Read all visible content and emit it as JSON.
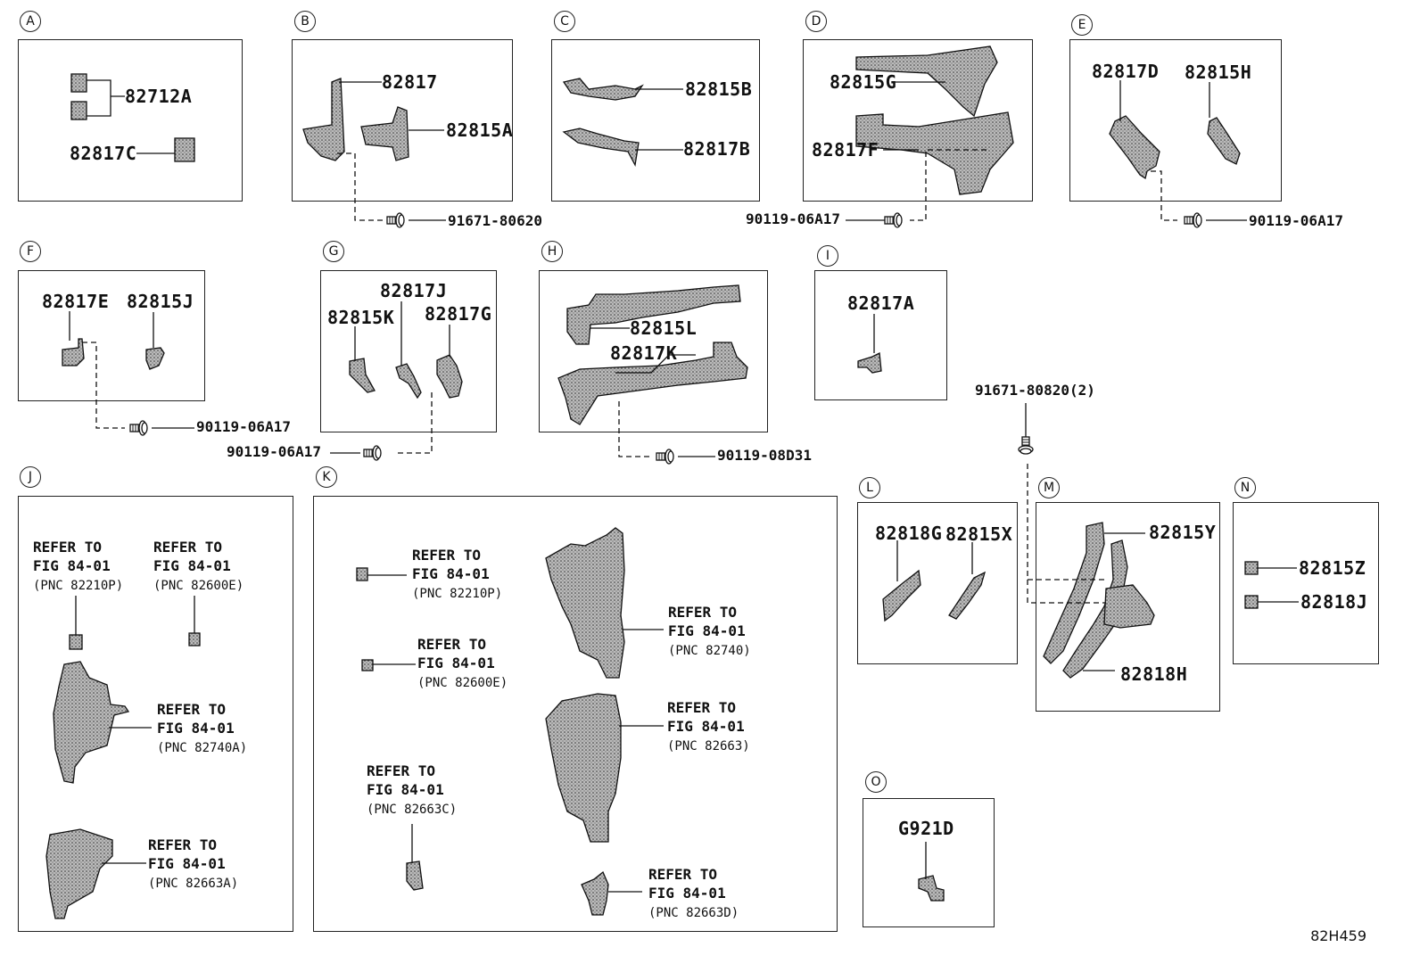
{
  "sections": {
    "A": {
      "label": "A",
      "parts": [
        "82712A",
        "82817C"
      ]
    },
    "B": {
      "label": "B",
      "parts": [
        "82817",
        "82815A"
      ]
    },
    "C": {
      "label": "C",
      "parts": [
        "82815B",
        "82817B"
      ]
    },
    "D": {
      "label": "D",
      "parts": [
        "82815G",
        "82817F"
      ]
    },
    "E": {
      "label": "E",
      "parts": [
        "82817D",
        "82815H"
      ]
    },
    "F": {
      "label": "F",
      "parts": [
        "82817E",
        "82815J"
      ]
    },
    "G": {
      "label": "G",
      "parts": [
        "82817J",
        "82815K",
        "82817G"
      ]
    },
    "H": {
      "label": "H",
      "parts": [
        "82815L",
        "82817K"
      ]
    },
    "I": {
      "label": "I",
      "parts": [
        "82817A"
      ]
    },
    "J": {
      "label": "J"
    },
    "K": {
      "label": "K"
    },
    "L": {
      "label": "L",
      "parts": [
        "82818G",
        "82815X"
      ]
    },
    "M": {
      "label": "M",
      "parts": [
        "82815Y",
        "82818H"
      ]
    },
    "N": {
      "label": "N",
      "parts": [
        "82815Z",
        "82818J"
      ]
    },
    "O": {
      "label": "O",
      "parts": [
        "G921D"
      ]
    }
  },
  "fasteners": {
    "b": "91671-80620",
    "d": "90119-06A17",
    "e": "90119-06A17",
    "f": "90119-06A17",
    "g": "90119-06A17",
    "h": "90119-08D31",
    "m": "91671-80820(2)"
  },
  "refs": {
    "j1": {
      "l1": "REFER TO",
      "l2": "FIG 84-01",
      "l3": "(PNC 82210P)"
    },
    "j2": {
      "l1": "REFER TO",
      "l2": "FIG 84-01",
      "l3": "(PNC 82600E)"
    },
    "j3": {
      "l1": "REFER TO",
      "l2": "FIG 84-01",
      "l3": "(PNC 82740A)"
    },
    "j4": {
      "l1": "REFER TO",
      "l2": "FIG 84-01",
      "l3": "(PNC 82663A)"
    },
    "k1": {
      "l1": "REFER TO",
      "l2": "FIG 84-01",
      "l3": "(PNC 82210P)"
    },
    "k2": {
      "l1": "REFER TO",
      "l2": "FIG 84-01",
      "l3": "(PNC 82600E)"
    },
    "k3": {
      "l1": "REFER TO",
      "l2": "FIG 84-01",
      "l3": "(PNC 82663C)"
    },
    "k4": {
      "l1": "REFER TO",
      "l2": "FIG 84-01",
      "l3": "(PNC 82740)"
    },
    "k5": {
      "l1": "REFER TO",
      "l2": "FIG 84-01",
      "l3": "(PNC 82663)"
    },
    "k6": {
      "l1": "REFER TO",
      "l2": "FIG 84-01",
      "l3": "(PNC 82663D)"
    }
  },
  "diagram_code": "82H459"
}
